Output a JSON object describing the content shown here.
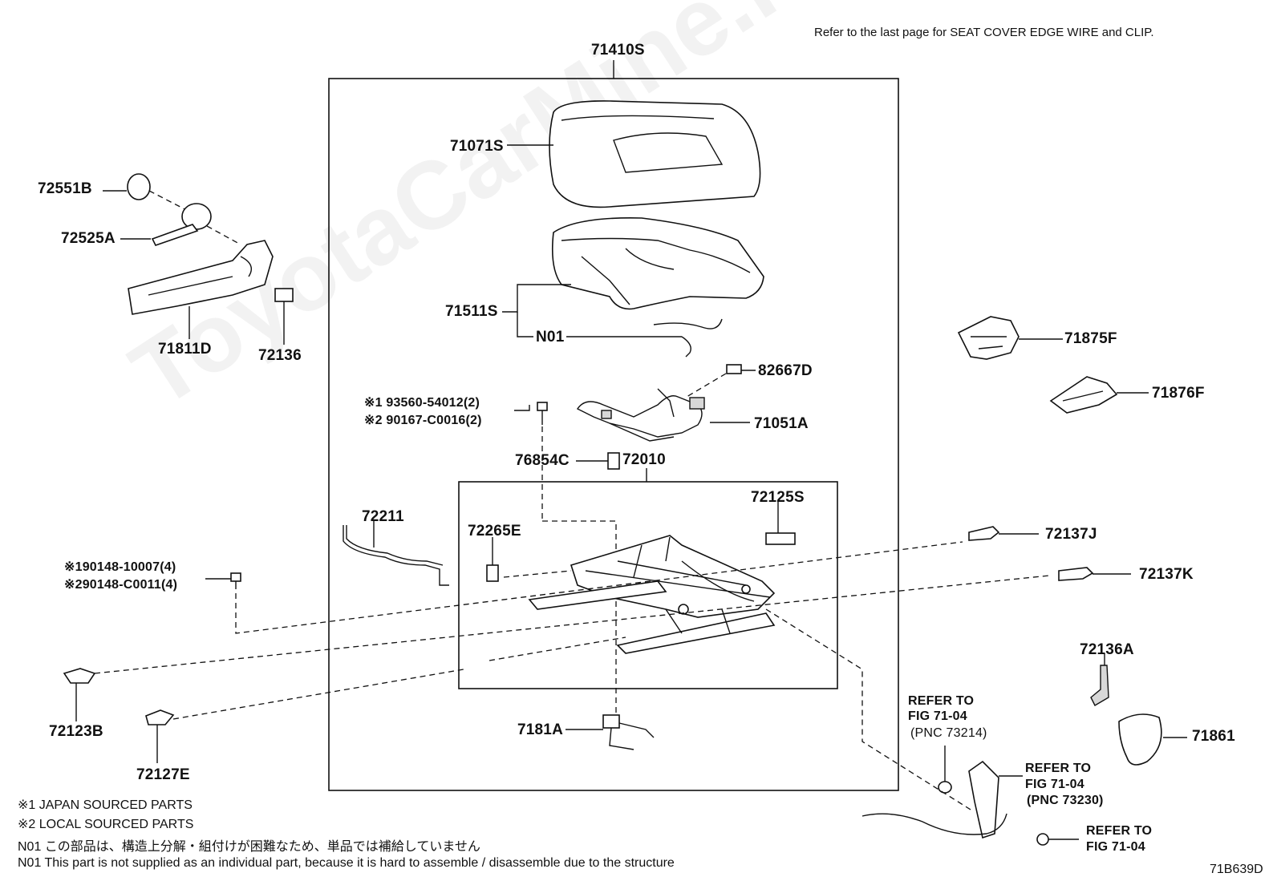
{
  "header": {
    "refer_text": "Refer to the last page   for SEAT COVER EDGE WIRE and CLIP."
  },
  "watermark": "ToyotaCarMine.ru",
  "labels": {
    "p71410S": "71410S",
    "p71071S": "71071S",
    "p71511S": "71511S",
    "pN01": "N01",
    "p82667D": "82667D",
    "p71051A": "71051A",
    "p93560_line1": "※1 93560-54012(2)",
    "p93560_line2": "※2 90167-C0016(2)",
    "p76854C": "76854C",
    "p72010": "72010",
    "p72125S": "72125S",
    "p72265E": "72265E",
    "p72211": "72211",
    "p90148_line1": "※190148-10007(4)",
    "p90148_line2": "※290148-C0011(4)",
    "p72551B": "72551B",
    "p72525A": "72525A",
    "p71811D": "71811D",
    "p72136": "72136",
    "p71875F": "71875F",
    "p71876F": "71876F",
    "p72137J": "72137J",
    "p72137K": "72137K",
    "p72136A": "72136A",
    "p71861": "71861",
    "p72123B": "72123B",
    "p72127E": "72127E",
    "p7181A": "7181A",
    "ref1_line1": "REFER TO",
    "ref1_line2": "FIG 71-04",
    "ref1_line3": "(PNC 73214)",
    "ref2_line1": "REFER TO",
    "ref2_line2": "FIG 71-04",
    "ref2_line3": "(PNC 73230)",
    "ref3_line1": "REFER TO",
    "ref3_line2": "FIG 71-04"
  },
  "footnotes": {
    "n1": "※1  JAPAN SOURCED PARTS",
    "n2": "※2  LOCAL SOURCED PARTS",
    "n3": "N01 この部品は、構造上分解・組付けが困難なため、単品では補給していません",
    "n4": "N01 This part is not supplied as an individual part, because it is hard to assemble / disassemble due to the structure"
  },
  "diagram_code": "71B639D"
}
